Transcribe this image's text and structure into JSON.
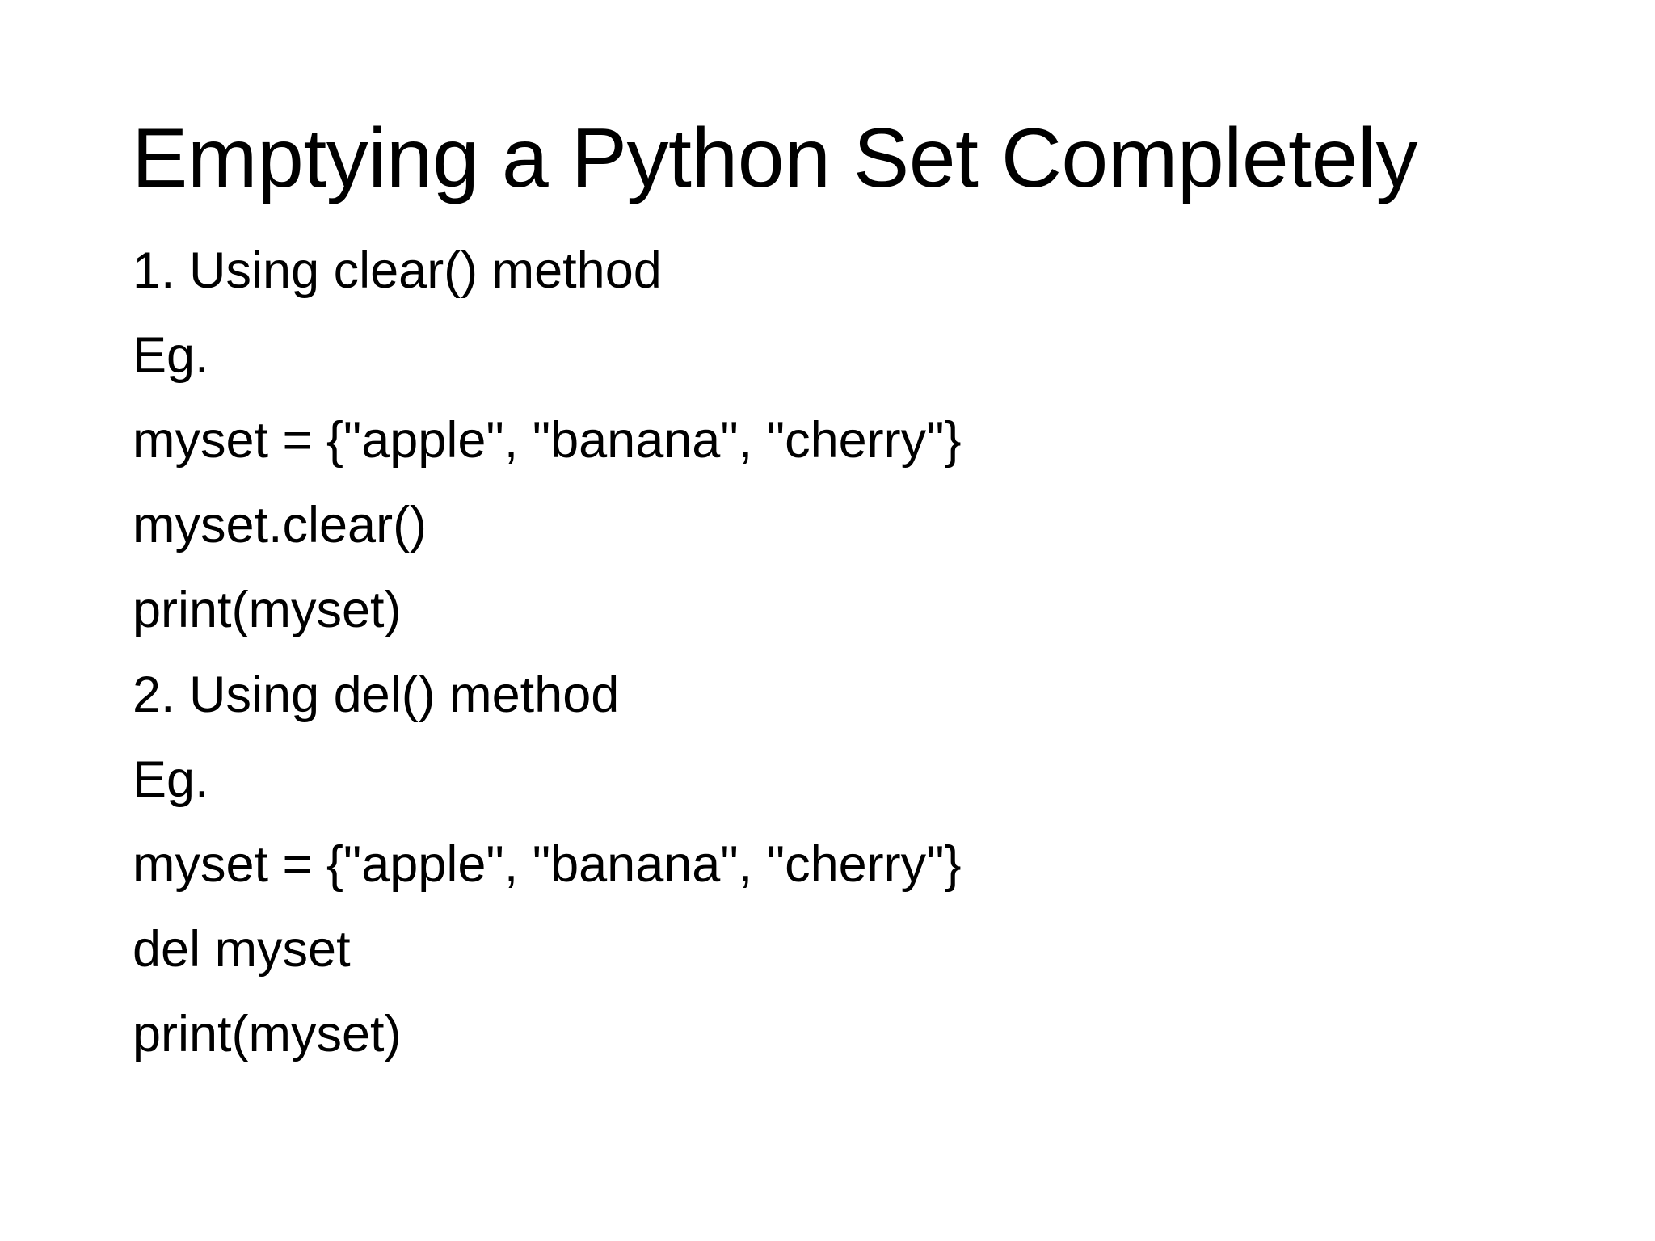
{
  "slide": {
    "background_color": "#ffffff",
    "text_color": "#000000",
    "title": "Emptying a Python Set Completely",
    "body_lines": [
      {
        "text": "1. Using clear() method"
      },
      {
        "text": "Eg."
      },
      {
        "text": "myset = {\"apple\", \"banana\", \"cherry\"}"
      },
      {
        "text": "myset.clear()"
      },
      {
        "text": "print(myset)"
      },
      {
        "text": "2. Using del() method"
      },
      {
        "text": "Eg."
      },
      {
        "text": "myset = {\"apple\", \"banana\", \"cherry\"}"
      },
      {
        "text": "del myset"
      },
      {
        "text": "print(myset)"
      }
    ]
  }
}
